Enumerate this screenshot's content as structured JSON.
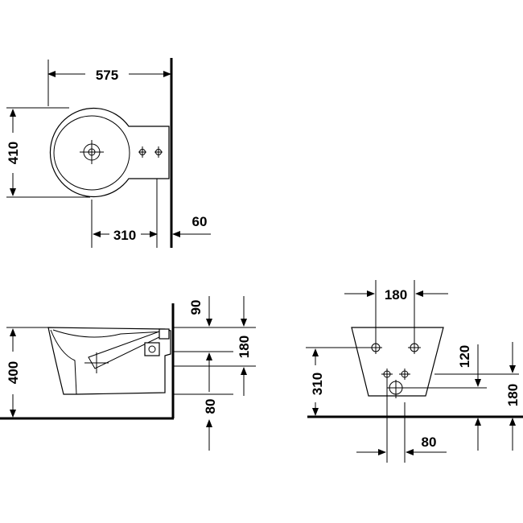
{
  "top_view": {
    "width_label": "575",
    "depth_label": "410",
    "fixing_label": "310",
    "offset_label": "60"
  },
  "side_view": {
    "height_label": "400",
    "top_label": "90",
    "span_label": "180",
    "bottom_label": "80"
  },
  "rear_view": {
    "width_label": "180",
    "height_label": "310",
    "hole_label": "120",
    "span_label": "180",
    "offset_label": "80"
  },
  "colors": {
    "ink": "#000000",
    "paper": "#ffffff"
  }
}
